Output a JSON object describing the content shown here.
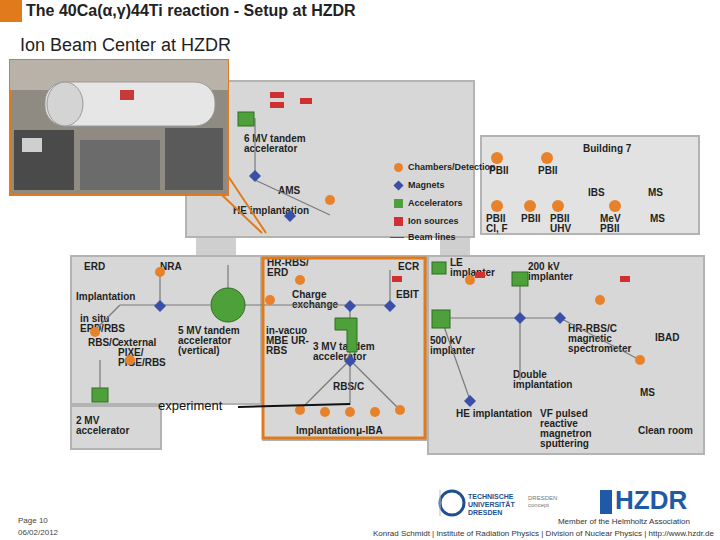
{
  "diagram": {
    "title": "The 40Ca(α,γ)44Ti reaction - Setup at HZDR",
    "nodes": [
      {
        "text": [
          "6 MV tandem accelerator",
          "AMS",
          "HE implantation"
        ]
      },
      {
        "text": [
          "Building 7",
          "PBII",
          "PBII",
          "IBS",
          "MS",
          "PBII CI, F",
          "PBII",
          "PBII UHV",
          "MeV PBII",
          "MS"
        ]
      },
      {
        "text": [
          "ERD",
          "NRA",
          "Implantation",
          "in situ ERD/RBS",
          "RBS/C",
          "external PIXE/ PIGE/RBS",
          "5 MV tandem accelerator (vertical)"
        ]
      },
      {
        "text": [
          "HR-RBS/ ERD",
          "Charge exchange",
          "ECR",
          "EBIT",
          "in-vacuo MBE UR-RBS",
          "3 MV tandem accelerator",
          "RBS/C",
          "Implantation",
          "μ-IBA"
        ]
      },
      {
        "text": [
          "LE implanter",
          "200 kV implanter",
          "500 kV implanter",
          "HR-RBS/C magnetic spectrometer",
          "IBAD",
          "Double implantation",
          "MS",
          "HE implantation",
          "VF pulsed reactive magnetron sputtering",
          "Clean room"
        ]
      },
      {
        "text": [
          "2 MV accelerator"
        ]
      }
    ],
    "labels": [
      "Ion Beam Center at HZDR",
      "experiment",
      "Page 10",
      "06/02/2012",
      "TECHNISCHE UNIVERSITÄT DRESDEN",
      "DRESDEN concept",
      "HZDR",
      "Member of the Helmholtz Association",
      "Konrad Schmidt | Institute of Radiation Physics | Division of Nuclear Physics | http://www.hzdr.de"
    ],
    "legend": [
      {
        "text": "Chambers/Detection",
        "color": "#e8822a"
      },
      {
        "text": "Magnets",
        "color": "#3a4fa8"
      },
      {
        "text": "Accelerators",
        "color": "#4ea03a"
      },
      {
        "text": "Ion sources",
        "color": "#d03030"
      },
      {
        "text": "Beam lines"
      }
    ]
  }
}
